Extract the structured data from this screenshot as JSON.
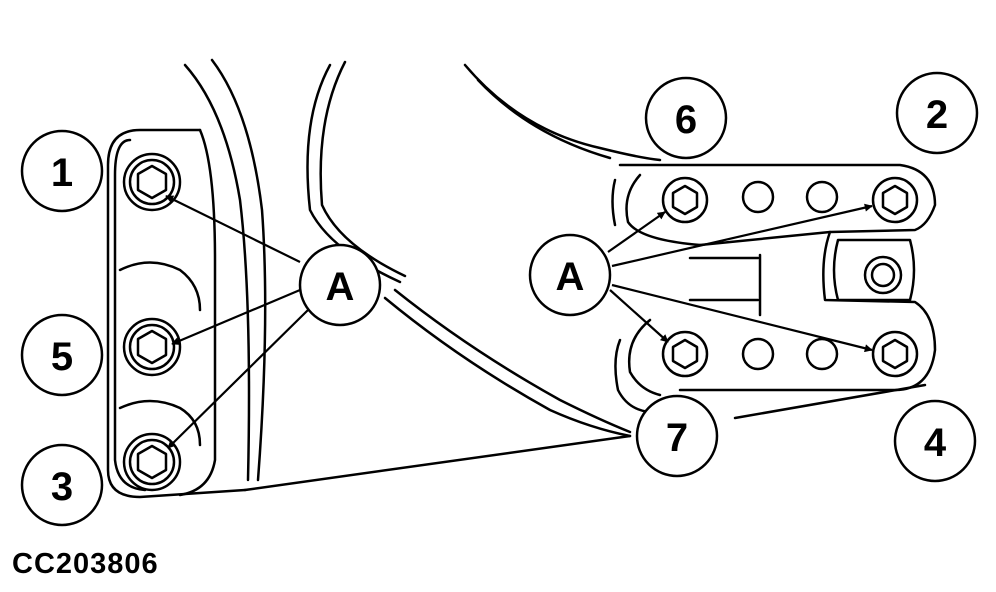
{
  "callouts": {
    "b1": "1",
    "b2": "2",
    "b3": "3",
    "b4": "4",
    "b5": "5",
    "b6": "6",
    "b7": "7",
    "a_left": "A",
    "a_right": "A"
  },
  "figure_id": "CC203806",
  "colors": {
    "line": "#000000",
    "background": "#ffffff"
  }
}
